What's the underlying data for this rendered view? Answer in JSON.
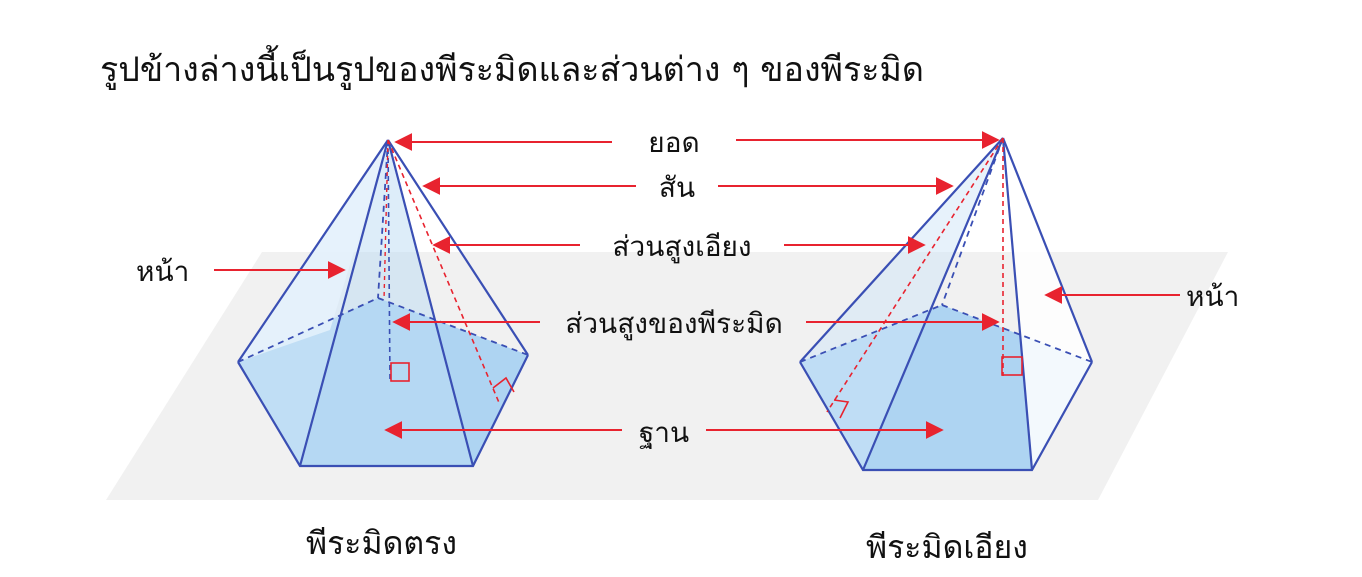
{
  "heading": "รูปข้างล่างนี้เป็นรูปของพีระมิดและส่วนต่าง ๆ ของพีระมิด",
  "labels": {
    "apex": "ยอด",
    "edge": "สัน",
    "slant_height": "ส่วนสูงเอียง",
    "height": "ส่วนสูงของพีระมิด",
    "base": "ฐาน",
    "face_left": "หน้า",
    "face_right": "หน้า"
  },
  "captions": {
    "right_pyramid": "พีระมิดตรง",
    "oblique_pyramid": "พีระมิดเอียง"
  },
  "colors": {
    "edge_line": "#3a4fb4",
    "arrow": "#e8232f",
    "base_fill": "#aed4f2",
    "face_fill": "#e6f3fc",
    "plane": "#eeeeee",
    "right_angle_mark": "#e8232f"
  }
}
